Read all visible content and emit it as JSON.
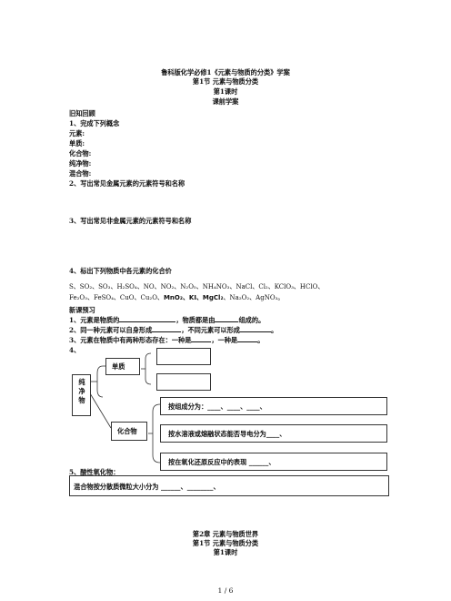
{
  "header": {
    "title": "鲁科版化学必修1《元素与物质的分类》学案",
    "section": "第1节 元素与物质分类",
    "lesson": "第1课时",
    "part": "课前学案"
  },
  "review": {
    "heading": "旧知回顾",
    "q1": "1、完成下列概念",
    "concepts": [
      "元素:",
      "单质:",
      "化合物:",
      "纯净物:",
      "混合物:"
    ],
    "q2": "2、写出常见金属元素的元素符号和名称",
    "q3": "3、写出常见非金属元素的元素符号和名称",
    "q4": "4、标出下列物质中各元素的化合价",
    "formulas_line1": "S、SO₂、SO₃、H₂SO₄、NO、NO₂、N₂O₅、NH₄NO₃、NaCl、Cl₂、KClO₃、HClO、",
    "formulas_line2a": "Fe₂O₃、FeSO₄、CuO、Cu₂O、",
    "formulas_line2b": "MnO₂、KI、MgCl₂",
    "formulas_line2c": "、Na₂O₂、AgNO₃。"
  },
  "preview": {
    "heading": "新课预习",
    "q1a": "1、元素是物质的",
    "q1b": "，物质都是由",
    "q1c": "组成的。",
    "q2a": "2、同一种元素可以自身形成",
    "q2b": "，不同元素可以形成",
    "q2c": "。",
    "q3a": "3、元素在物质中有两种形态存在：一种是",
    "q3b": "，一种是",
    "q3c": "。",
    "q4": "4、",
    "q5": "5、酸性氧化物："
  },
  "diagram": {
    "root": "纯净物",
    "elemental": "单质",
    "compound": "化合物",
    "by_composition": "按组成分为：____、____、____、",
    "by_conductivity": "按水溶液或熔融状态能否导电分为____、",
    "by_redox": "按在氧化还原反应中的表现 ______、"
  },
  "mixture_box": "混合物按分散质微粒大小分为 ______、________、",
  "footer": {
    "chapter": "第2章 元素与物质世界",
    "section": "第1节 元素与物质分类",
    "lesson": "第1课时",
    "page": "1 / 6"
  }
}
